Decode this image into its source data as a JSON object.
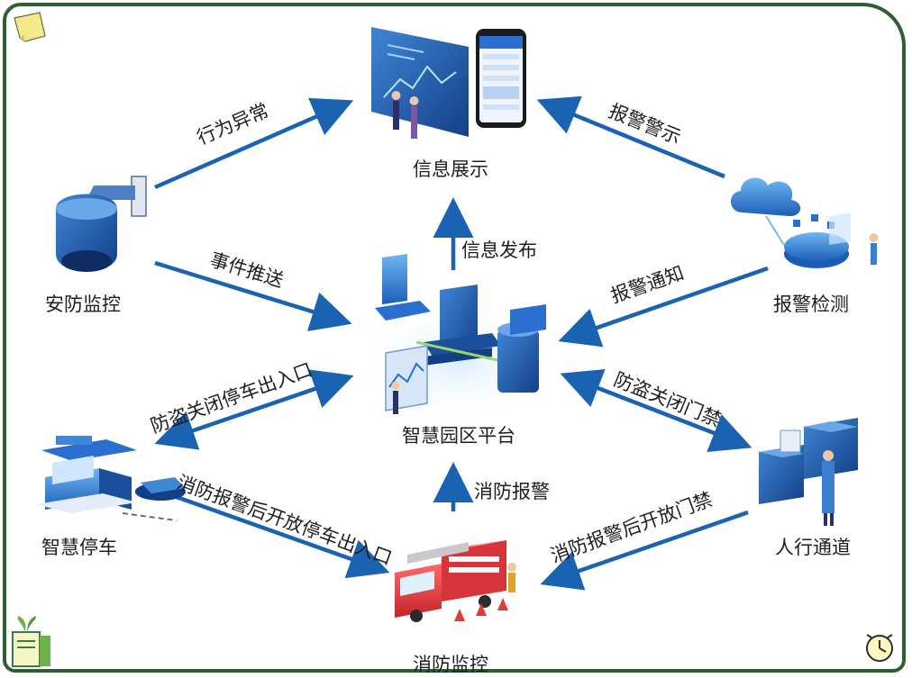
{
  "nodes": {
    "info_display": "信息展示",
    "security_monitor": "安防监控",
    "alarm_detect": "报警检测",
    "platform": "智慧园区平台",
    "parking": "智慧停车",
    "pedestrian": "人行通道",
    "fire_monitor": "消防监控"
  },
  "edges": {
    "behavior_abnormal": "行为异常",
    "alarm_warning": "报警警示",
    "info_publish": "信息发布",
    "event_push": "事件推送",
    "alarm_notify": "报警通知",
    "antitheft_close_parking": "防盗关闭停车出入口",
    "antitheft_close_gate": "防盗关闭门禁",
    "fire_alarm": "消防报警",
    "fire_open_parking": "消防报警后开放停车出入口",
    "fire_open_gate": "消防报警后开放门禁"
  },
  "colors": {
    "frame": "#2e5f34",
    "arrow": "#1a63b3",
    "accent": "#2f7fd8"
  }
}
